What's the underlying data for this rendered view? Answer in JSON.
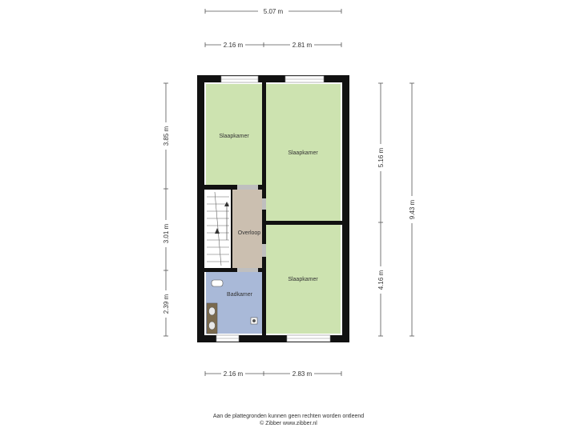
{
  "dimensions": {
    "top_total": "5.07 m",
    "top_left": "2.16 m",
    "top_right": "2.81 m",
    "left_top": "3.85 m",
    "left_middle": "3.01 m",
    "left_bottom": "2.39 m",
    "right_top": "5.16 m",
    "right_bottom": "4.16 m",
    "right_total": "9.43 m",
    "bottom_left": "2.16 m",
    "bottom_right": "2.83 m"
  },
  "rooms": {
    "bedroom_top_left": "Slaapkamer",
    "bedroom_top_right": "Slaapkamer",
    "landing": "Overloop",
    "bedroom_bottom_right": "Slaapkamer",
    "bathroom": "Badkamer"
  },
  "colors": {
    "bedroom": "#cde3b0",
    "landing": "#cbbfb0",
    "bathroom": "#a9b9d8",
    "wall": "#111111"
  },
  "footer": {
    "line1": "Aan de plattegronden kunnen geen rechten worden ontleend",
    "line2": "© Zibber www.zibber.nl"
  }
}
